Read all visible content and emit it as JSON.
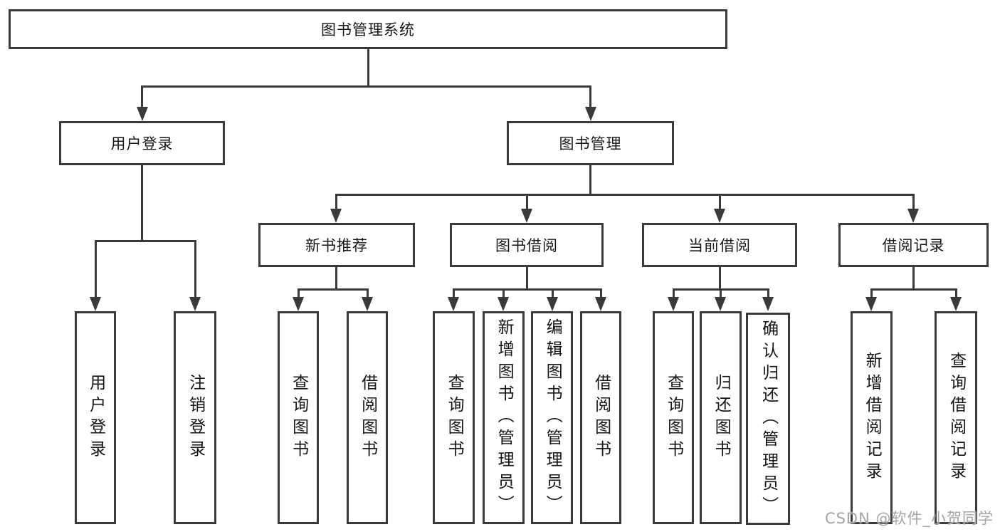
{
  "nodes": {
    "root": {
      "label": "图书管理系统"
    },
    "branches": [
      {
        "label": "用户登录",
        "children": [
          {
            "label": "用户登录"
          },
          {
            "label": "注销登录"
          }
        ]
      },
      {
        "label": "图书管理",
        "children": [
          {
            "label": "新书推荐",
            "children": [
              {
                "label": "查询图书"
              },
              {
                "label": "借阅图书"
              }
            ]
          },
          {
            "label": "图书借阅",
            "children": [
              {
                "label": "查询图书"
              },
              {
                "label": "新增图书（管理员）"
              },
              {
                "label": "编辑图书（管理员）"
              },
              {
                "label": "借阅图书"
              }
            ]
          },
          {
            "label": "当前借阅",
            "children": [
              {
                "label": "查询图书"
              },
              {
                "label": "归还图书"
              },
              {
                "label": "确认归还（管理员）"
              }
            ]
          },
          {
            "label": "借阅记录",
            "children": [
              {
                "label": "新增借阅记录"
              },
              {
                "label": "查询借阅记录"
              }
            ]
          }
        ]
      }
    ]
  },
  "watermark": "CSDN @软件_小贺同学",
  "colors": {
    "line": "#3a3a3a",
    "text": "#161616",
    "watermark": "#a5a5a5",
    "background": "#ffffff"
  }
}
